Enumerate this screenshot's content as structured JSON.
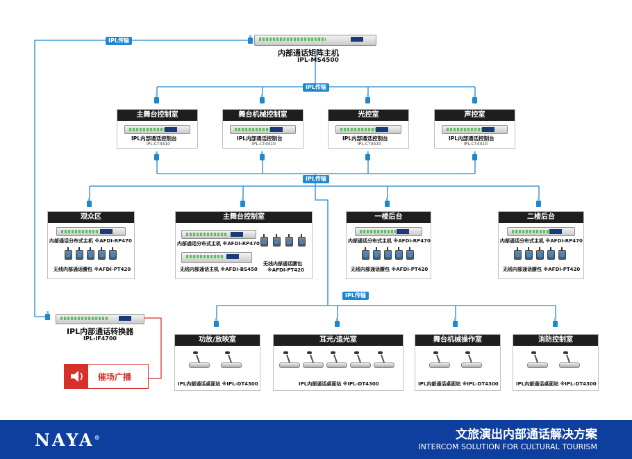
{
  "master": {
    "title": "内部通话矩阵主机",
    "model": "IPL-MS4500"
  },
  "ipl_transfer": "IPL传输",
  "control_rooms": [
    {
      "name": "主舞台控制室",
      "device": "IPL内部通话控制台",
      "model": "IPL-CT4410"
    },
    {
      "name": "舞台机械控制室",
      "device": "IPL内部通话控制台",
      "model": "IPL-CT4410"
    },
    {
      "name": "光控室",
      "device": "IPL内部通话控制台",
      "model": "IPL-CT4410"
    },
    {
      "name": "声控室",
      "device": "IPL内部通话控制台",
      "model": "IPL-CT4410"
    }
  ],
  "zones": {
    "audience": {
      "name": "观众区",
      "host": "内部通话分布式主机 ※AFDI-RP470",
      "beltpack": "无线内部通话腰包 ※AFDI-PT420"
    },
    "main_stage": {
      "name": "主舞台控制室",
      "host": "内部通话分布式主机 ※AFDI-RP470",
      "wireless_host": "无线内部通话主机 ※AFDI-BS450",
      "beltpack_line1": "无线内部通话腰包",
      "beltpack_line2": "※AFDI-PT420"
    },
    "floor1": {
      "name": "一楼后台",
      "host": "内部通话分布式主机 ※AFDI-RP470",
      "beltpack": "无线内部通话腰包 ※AFDI-PT420"
    },
    "floor2": {
      "name": "二楼后台",
      "host": "内部通话分布式主机 ※AFDI-RP470",
      "beltpack": "无线内部通话腰包 ※AFDI-PT420"
    }
  },
  "stations": [
    {
      "name": "功放/放映室",
      "label": "IPL内部通话桌面站 ※IPL-DT4300"
    },
    {
      "name": "耳光/追光室",
      "label": "IPL内部通话桌面站 ※IPL-DT4300"
    },
    {
      "name": "舞台机械操作室",
      "label": "IPL内部通话桌面站 ※IPL-DT4300"
    },
    {
      "name": "消防控制室",
      "label": "IPL内部通话桌面站 ※IPL-DT4300"
    }
  ],
  "converter": {
    "title": "IPL内部通话转换器",
    "model": "IPL-IF4700"
  },
  "broadcast": {
    "label": "催场广播"
  },
  "footer": {
    "brand": "NAYA",
    "reg": "®",
    "title_cn": "文旅演出内部通话解决方案",
    "title_en": "INTERCOM SOLUTION FOR CULTURAL TOURISM"
  },
  "colors": {
    "line": "#1f86d0",
    "red": "#d6302b",
    "footer": "#0f3f9e"
  }
}
